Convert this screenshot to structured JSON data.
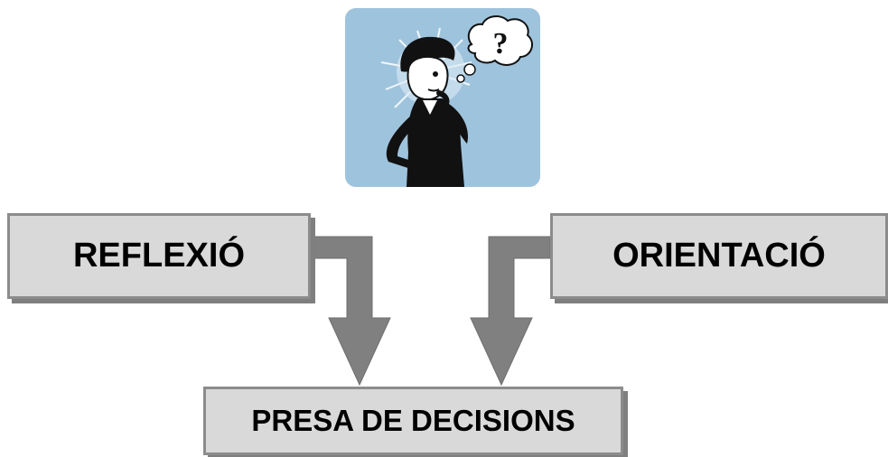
{
  "diagram": {
    "nodes": {
      "reflexio": {
        "label": "REFLEXIÓ"
      },
      "orientacio": {
        "label": "ORIENTACIÓ"
      },
      "presa": {
        "label": "PRESA DE DECISIONS"
      }
    },
    "edges": [
      {
        "from": "reflexio",
        "to": "presa"
      },
      {
        "from": "orientacio",
        "to": "presa"
      }
    ],
    "image": {
      "icon": "thinking-person-question-icon",
      "symbol": "?",
      "background_color": "#9ec3dd"
    },
    "colors": {
      "box_fill": "#d9d9d9",
      "box_border": "#8c8c8c",
      "arrow_fill": "#808080"
    }
  }
}
